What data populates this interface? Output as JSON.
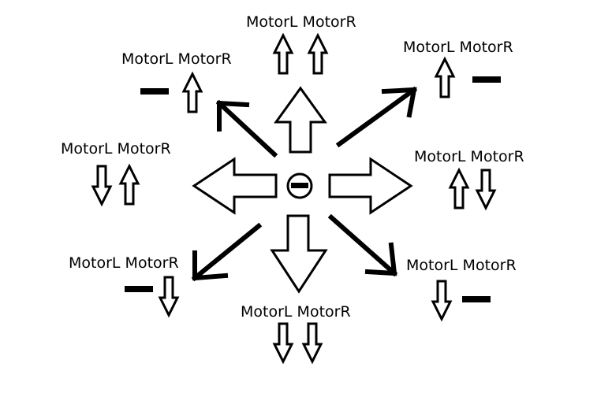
{
  "diagram": {
    "colors": {
      "ink": "#000000",
      "paper": "#ffffff"
    },
    "center_icon": "minus-circle-icon",
    "states": [
      {
        "id": "forward",
        "direction": "up",
        "motor_l_label": "MotorL",
        "motor_r_label": "MotorR",
        "motor_l": "forward",
        "motor_r": "forward"
      },
      {
        "id": "forward-right",
        "direction": "up-right",
        "motor_l_label": "MotorL",
        "motor_r_label": "MotorR",
        "motor_l": "forward",
        "motor_r": "stop"
      },
      {
        "id": "right",
        "direction": "right",
        "motor_l_label": "MotorL",
        "motor_r_label": "MotorR",
        "motor_l": "forward",
        "motor_r": "backward"
      },
      {
        "id": "backward-right",
        "direction": "down-right",
        "motor_l_label": "MotorL",
        "motor_r_label": "MotorR",
        "motor_l": "backward",
        "motor_r": "stop"
      },
      {
        "id": "backward",
        "direction": "down",
        "motor_l_label": "MotorL",
        "motor_r_label": "MotorR",
        "motor_l": "backward",
        "motor_r": "backward"
      },
      {
        "id": "backward-left",
        "direction": "down-left",
        "motor_l_label": "MotorL",
        "motor_r_label": "MotorR",
        "motor_l": "stop",
        "motor_r": "backward"
      },
      {
        "id": "left",
        "direction": "left",
        "motor_l_label": "MotorL",
        "motor_r_label": "MotorR",
        "motor_l": "backward",
        "motor_r": "forward"
      },
      {
        "id": "forward-left",
        "direction": "up-left",
        "motor_l_label": "MotorL",
        "motor_r_label": "MotorR",
        "motor_l": "stop",
        "motor_r": "forward"
      }
    ]
  }
}
